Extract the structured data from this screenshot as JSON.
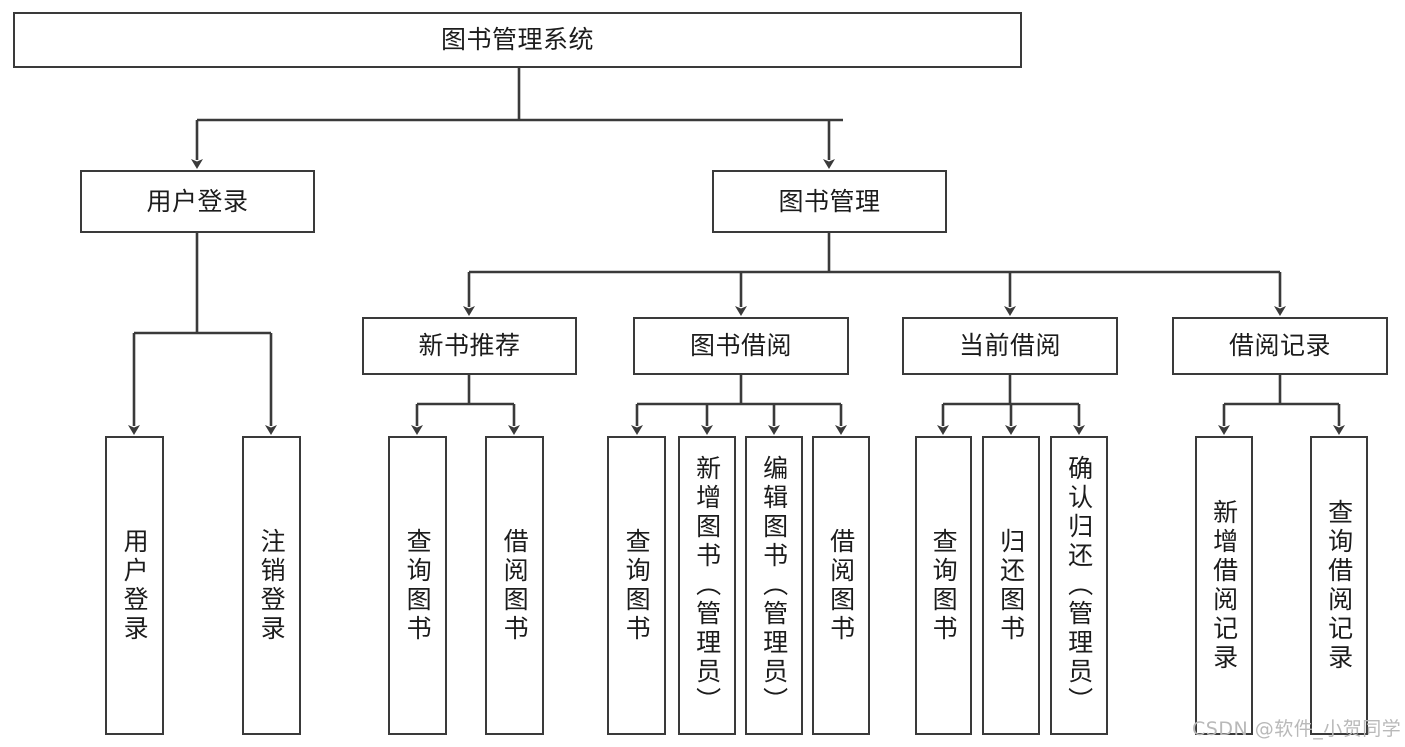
{
  "diagram": {
    "title": "图书管理系统",
    "type": "hierarchy-tree",
    "colors": {
      "border": "#3a3a3a",
      "background": "#ffffff",
      "text": "#1c1c1c",
      "watermark": "#b9b9b9"
    },
    "root": {
      "label": "图书管理系统"
    },
    "level1": [
      {
        "label": "用户登录"
      },
      {
        "label": "图书管理"
      }
    ],
    "level2": [
      {
        "label": "新书推荐"
      },
      {
        "label": "图书借阅"
      },
      {
        "label": "当前借阅"
      },
      {
        "label": "借阅记录"
      }
    ],
    "leaves": {
      "user_login": [
        {
          "label": "用户登录"
        },
        {
          "label": "注销登录"
        }
      ],
      "new_book_recommend": [
        {
          "label": "查询图书"
        },
        {
          "label": "借阅图书"
        }
      ],
      "book_borrow": [
        {
          "label": "查询图书"
        },
        {
          "label": "新增图书（管理员）"
        },
        {
          "label": "编辑图书（管理员）"
        },
        {
          "label": "借阅图书"
        }
      ],
      "current_borrow": [
        {
          "label": "查询图书"
        },
        {
          "label": "归还图书"
        },
        {
          "label": "确认归还（管理员）"
        }
      ],
      "borrow_record": [
        {
          "label": "新增借阅记录"
        },
        {
          "label": "查询借阅记录"
        }
      ]
    }
  },
  "watermark": {
    "text": "CSDN @软件_小贺同学"
  }
}
